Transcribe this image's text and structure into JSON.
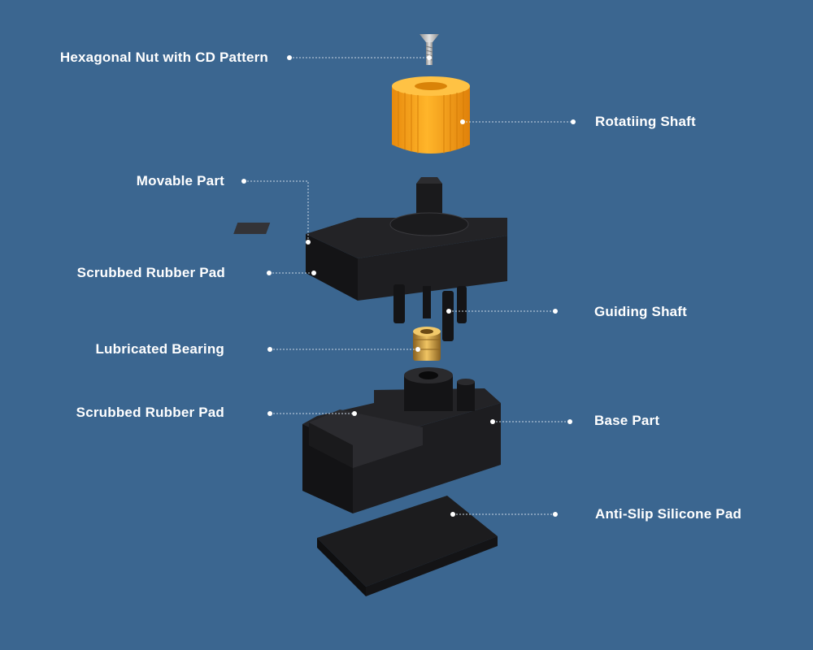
{
  "diagram": {
    "background_color": "#3b6690",
    "leader_color": "#c9d6e3",
    "labels": {
      "hex_nut": "Hexagonal Nut with CD Pattern",
      "rotating_shaft": "Rotatiing Shaft",
      "movable_part": "Movable Part",
      "scrubbed_pad_upper": "Scrubbed Rubber Pad",
      "guiding_shaft": "Guiding Shaft",
      "lubricated_bearing": "Lubricated Bearing",
      "scrubbed_pad_lower": "Scrubbed Rubber Pad",
      "base_part": "Base Part",
      "anti_slip_pad": "Anti-Slip Silicone Pad"
    },
    "part_colors": {
      "knob": "#f5a020",
      "body": "#1b1b1d",
      "brass": "#c9932f",
      "screw": "#b8b8b8"
    }
  }
}
